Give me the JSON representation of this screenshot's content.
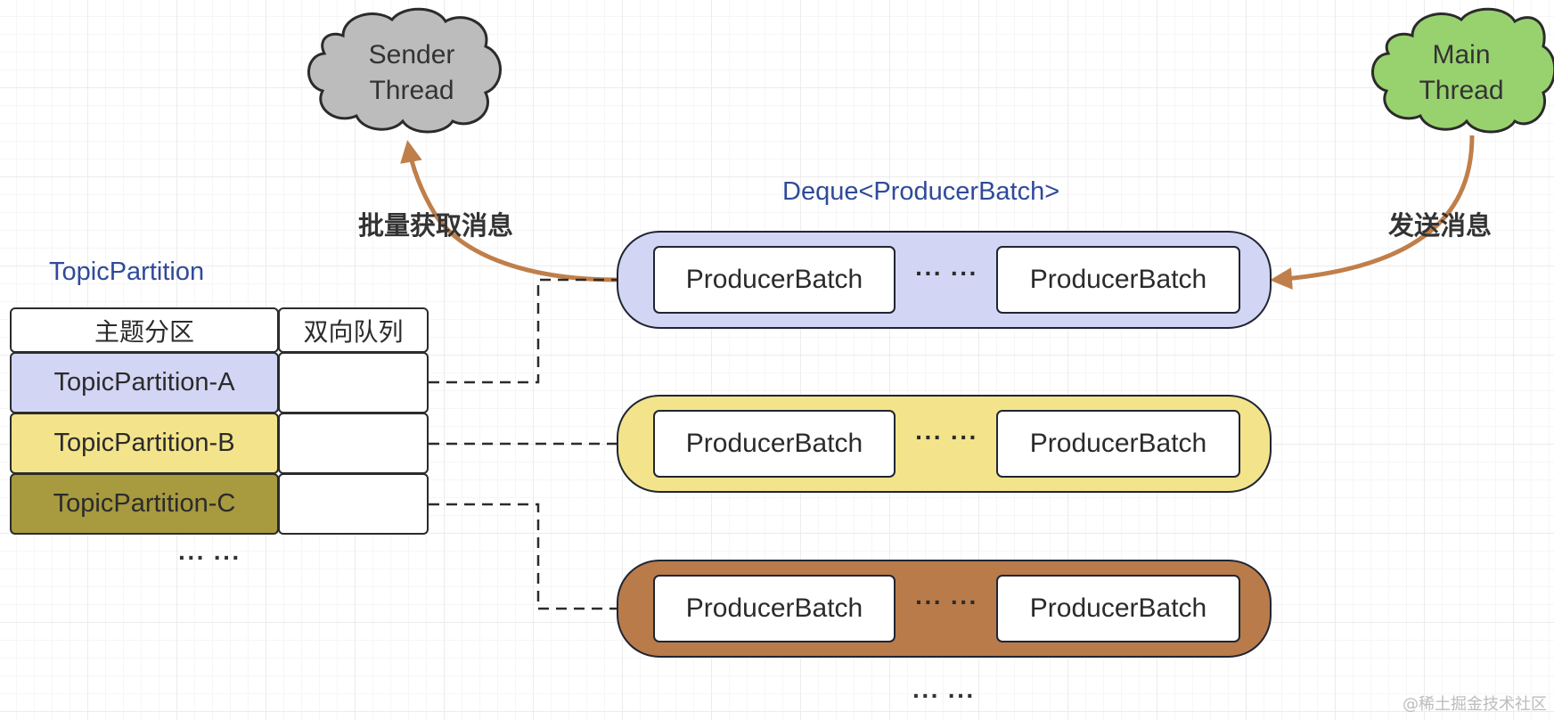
{
  "clouds": {
    "sender": {
      "line1": "Sender",
      "line2": "Thread",
      "fill": "#bcbcbc"
    },
    "main": {
      "line1": "Main",
      "line2": "Thread",
      "fill": "#98d26f"
    }
  },
  "arrows": {
    "fetch_label": "批量获取消息",
    "send_label": "发送消息",
    "color": "#c07f4a"
  },
  "deque_title": "Deque<ProducerBatch>",
  "table": {
    "title": "TopicPartition",
    "headers": [
      "主题分区",
      "双向队列"
    ],
    "rows": [
      {
        "name": "TopicPartition-A",
        "color": "#d2d6f4"
      },
      {
        "name": "TopicPartition-B",
        "color": "#f3e38a"
      },
      {
        "name": "TopicPartition-C",
        "color": "#a79a3f"
      }
    ],
    "more": "··· ···"
  },
  "deques": [
    {
      "color": "#d2d6f4",
      "batch_left": "ProducerBatch",
      "dots": "··· ···",
      "batch_right": "ProducerBatch"
    },
    {
      "color": "#f3e38a",
      "batch_left": "ProducerBatch",
      "dots": "··· ···",
      "batch_right": "ProducerBatch"
    },
    {
      "color": "#b97b4a",
      "batch_left": "ProducerBatch",
      "dots": "··· ···",
      "batch_right": "ProducerBatch"
    }
  ],
  "deque_more": "··· ···",
  "watermark": "@稀土掘金技术社区"
}
